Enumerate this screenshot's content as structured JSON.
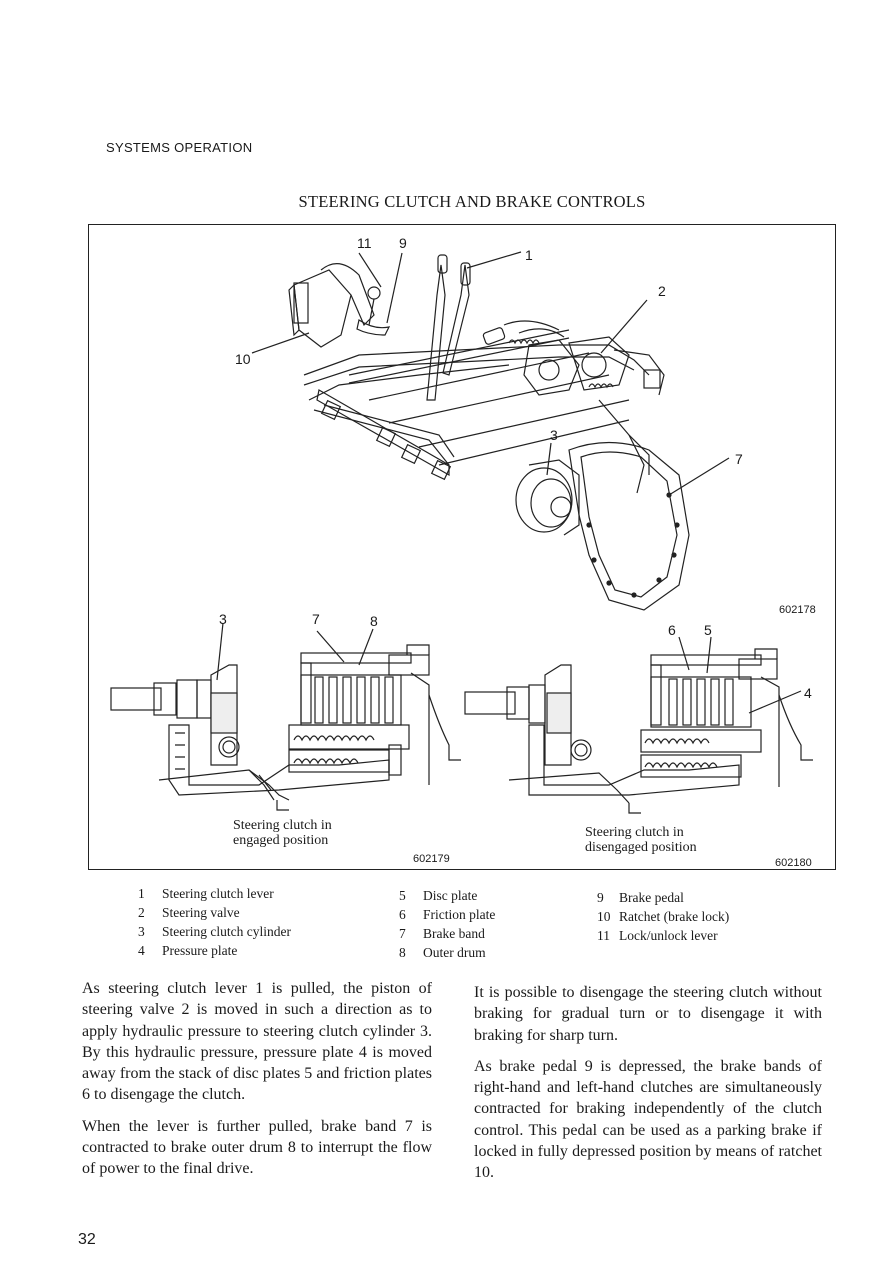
{
  "header": "SYSTEMS OPERATION",
  "title": "STEERING CLUTCH AND BRAKE CONTROLS",
  "figure": {
    "callouts_top": [
      "11",
      "9",
      "1",
      "2",
      "10",
      "3",
      "7"
    ],
    "figno_top": "602178",
    "left": {
      "callouts": [
        "3",
        "7",
        "8"
      ],
      "caption_line1": "Steering clutch in",
      "caption_line2": "engaged position",
      "figno": "602179"
    },
    "right": {
      "callouts": [
        "6",
        "5",
        "4"
      ],
      "caption_line1": "Steering clutch in",
      "caption_line2": "disengaged position",
      "figno": "602180"
    }
  },
  "legend": {
    "col1": [
      {
        "num": "1",
        "label": "Steering clutch lever"
      },
      {
        "num": "2",
        "label": "Steering valve"
      },
      {
        "num": "3",
        "label": "Steering clutch cylinder"
      },
      {
        "num": "4",
        "label": "Pressure plate"
      }
    ],
    "col2": [
      {
        "num": "5",
        "label": "Disc plate"
      },
      {
        "num": "6",
        "label": "Friction plate"
      },
      {
        "num": "7",
        "label": "Brake band"
      },
      {
        "num": "8",
        "label": "Outer drum"
      }
    ],
    "col3": [
      {
        "num": "9",
        "label": "Brake pedal"
      },
      {
        "num": "10",
        "label": "Ratchet (brake lock)"
      },
      {
        "num": "11",
        "label": "Lock/unlock lever"
      }
    ]
  },
  "body": {
    "left_p1": "As steering clutch lever 1 is pulled, the piston of steering valve 2 is moved in such a direction as to apply hydraulic pressure to steering clutch cylinder 3. By this hydraulic pressure, pressure plate 4 is moved away from the stack of disc plates 5 and friction plates 6 to disengage the clutch.",
    "left_p2": "When the lever is further pulled, brake band 7 is contracted to brake outer drum 8 to interrupt the flow of power to the final drive.",
    "right_p1": "It is possible to disengage the steering clutch without braking for gradual turn or to disengage it with braking for sharp turn.",
    "right_p2": "As brake pedal 9 is depressed, the brake bands of right-hand and left-hand clutches are simultaneously contracted for braking independently of the clutch control. This pedal can be used as a parking brake if locked in fully depressed position by means of ratchet 10."
  },
  "page_number": "32"
}
